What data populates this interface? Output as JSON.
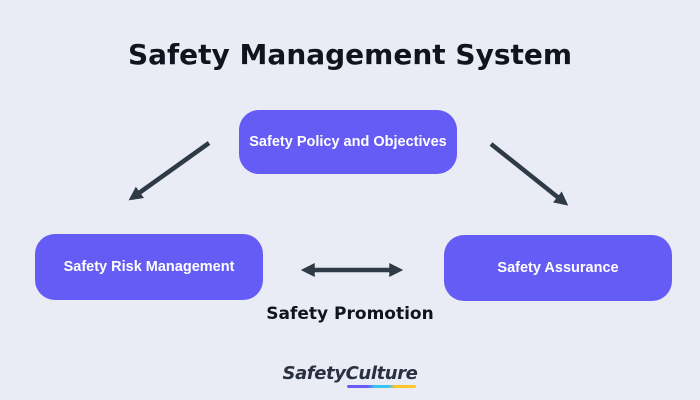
{
  "title": "Safety Management System",
  "diagram": {
    "nodes": [
      {
        "id": "policy",
        "label": "Safety Policy and Objectives"
      },
      {
        "id": "risk",
        "label": "Safety Risk Management"
      },
      {
        "id": "assurance",
        "label": "Safety Assurance"
      }
    ],
    "promotion_label": "Safety Promotion",
    "arrows": [
      {
        "name": "policy-to-risk",
        "direction": "down-left",
        "style": "single-head"
      },
      {
        "name": "policy-to-assurance",
        "direction": "down-right",
        "style": "single-head"
      },
      {
        "name": "risk-to-assurance",
        "direction": "bidirectional",
        "style": "double-head"
      }
    ]
  },
  "logo": {
    "text_primary": "Safety",
    "text_secondary": "Culture"
  },
  "colors": {
    "background": "#e9ecf4",
    "node_fill": "#655cf6",
    "node_text": "#ffffff",
    "arrow": "#2f3a47",
    "title_text": "#10141e",
    "logo_text": "#293042",
    "logo_underline": [
      "#6a5cf5",
      "#37c5f0",
      "#ffc62b"
    ]
  }
}
